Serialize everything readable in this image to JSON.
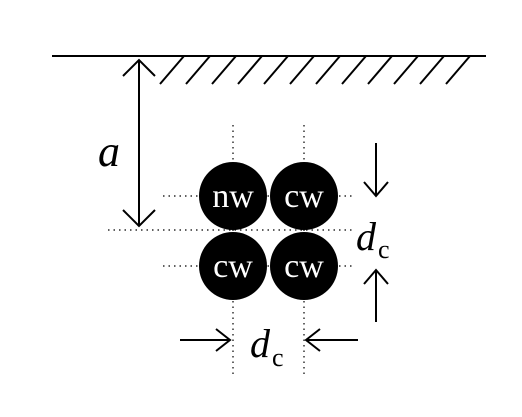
{
  "labels": {
    "distance_a": "a",
    "dc_symbol": "d",
    "dc_subscript": "c",
    "dc_vertical_symbol": "d",
    "dc_vertical_subscript": "c"
  },
  "cylinders": [
    {
      "id": "top-left",
      "label": "nw"
    },
    {
      "id": "top-right",
      "label": "cw"
    },
    {
      "id": "bottom-left",
      "label": "cw"
    },
    {
      "id": "bottom-right",
      "label": "cw"
    }
  ],
  "colors": {
    "ink": "#000000",
    "background": "#ffffff",
    "cylinder_fill": "#000000",
    "cylinder_text": "#ffffff"
  }
}
